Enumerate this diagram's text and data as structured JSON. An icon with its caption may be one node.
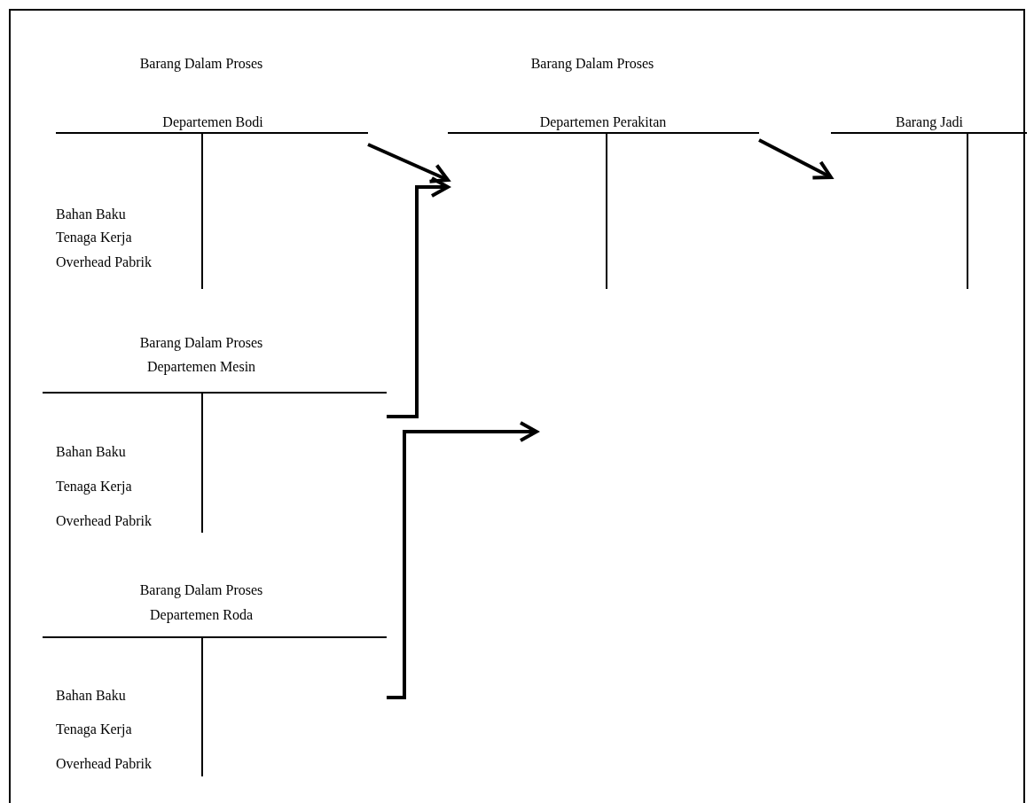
{
  "diagram": {
    "nodes": [
      {
        "text": [
          "Barang Dalam Proses",
          "Departemen Bodi",
          "Bahan Baku",
          "Tenaga Kerja",
          "Overhead Pabrik"
        ]
      },
      {
        "text": [
          "Barang Dalam Proses",
          "Departemen Perakitan"
        ]
      },
      {
        "text": [
          "Barang Jadi"
        ]
      },
      {
        "text": [
          "Barang Dalam Proses",
          "Departemen Mesin",
          "Bahan Baku",
          "Tenaga Kerja",
          "Overhead Pabrik"
        ]
      },
      {
        "text": [
          "Barang Dalam Proses",
          "Departemen Roda",
          "Bahan Baku",
          "Tenaga Kerja",
          "Overhead Pabrik"
        ]
      }
    ],
    "edges": [
      {
        "from": 0,
        "to": 1,
        "arrow": "to"
      },
      {
        "from": 3,
        "to": 1,
        "arrow": "to"
      },
      {
        "from": 1,
        "to": 2,
        "arrow": "to"
      },
      {
        "from": 4,
        "to": null,
        "arrow": "to"
      }
    ]
  }
}
